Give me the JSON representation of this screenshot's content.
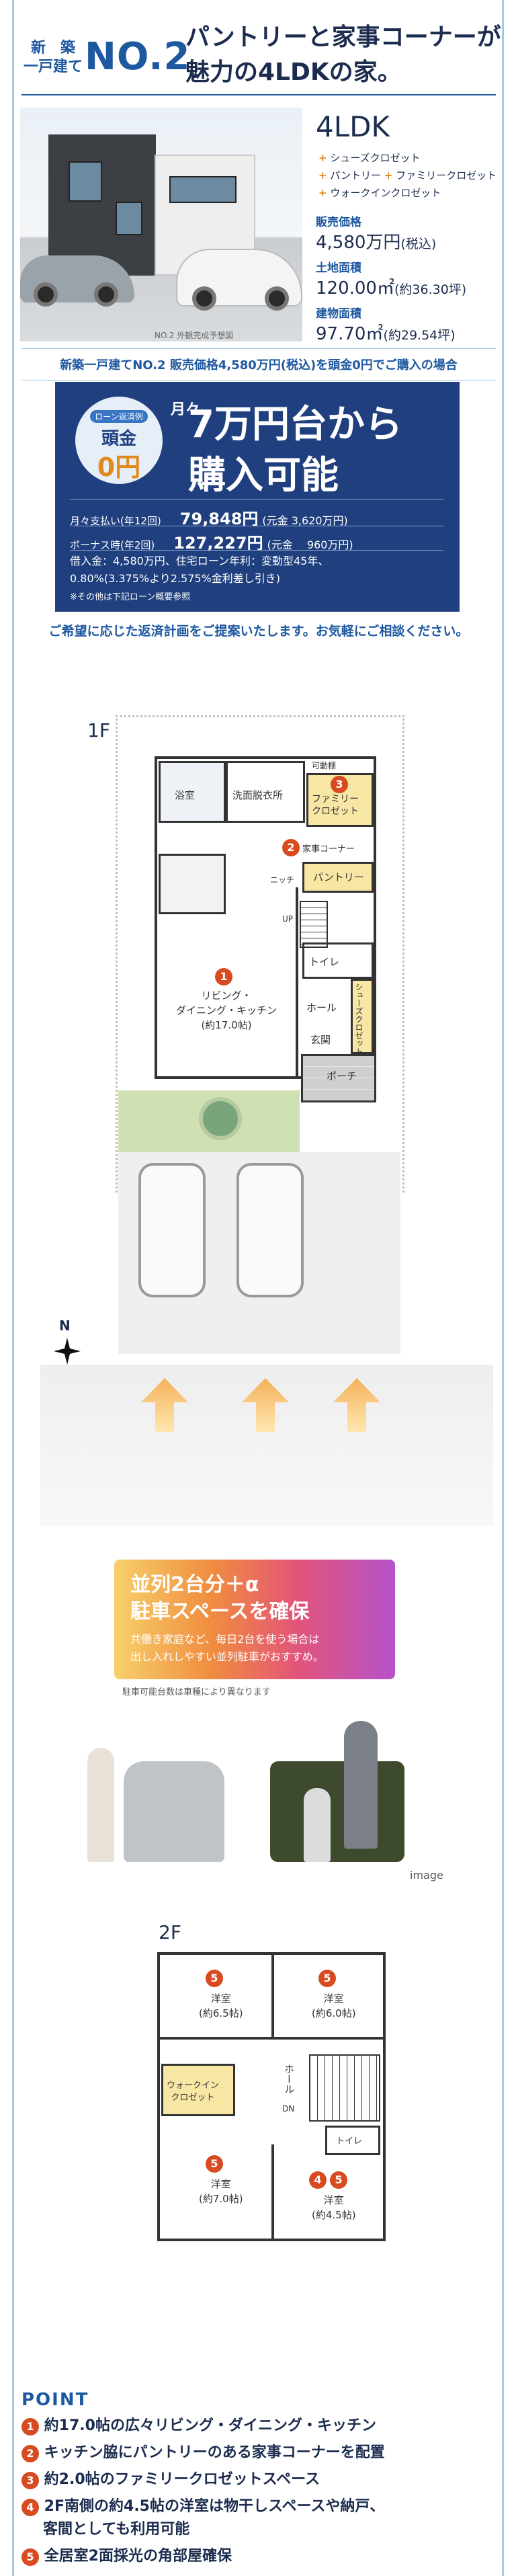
{
  "header": {
    "tag_line1": "新　築",
    "tag_line2": "一戸建て",
    "number": "NO.2",
    "headline_line1": "パントリーと家事コーナーが",
    "headline_line2": "魅力の4LDKの家。"
  },
  "photo": {
    "caption": "NO.2 外観完成予想図"
  },
  "spec": {
    "layout": "4LDK",
    "features": [
      "シューズクロゼット",
      "パントリー",
      "ファミリークロゼット",
      "ウォークインクロゼット"
    ],
    "price_label": "販売価格",
    "price_value": "4,580万円",
    "price_tax": "(税込)",
    "land_label": "土地面積",
    "land_value": "120.00㎡",
    "land_tsubo": "(約36.30坪)",
    "building_label": "建物面積",
    "building_value": "97.70㎡",
    "building_tsubo": "(約29.54坪)"
  },
  "subhead": "新築一戸建てNO.2 販売価格4,580万円(税込)を頭金0円でご購入の場合",
  "loan_box": {
    "tag": "ローン返済例",
    "circle_line1": "頭金",
    "circle_line2": "0円",
    "vert_text": "月々",
    "main_line1": "7万円台から",
    "main_line2": "購入可能",
    "monthly_label": "月々支払い(年12回)",
    "monthly_value": "79,848円",
    "monthly_sub": "(元金 3,620万円)",
    "bonus_label": "ボーナス時(年2回)",
    "bonus_value": "127,227円",
    "bonus_sub": "(元金　 960万円)",
    "loan_line1": "借入金：4,580万円、住宅ローン年利：変動型45年、",
    "loan_line2": "0.80%(3.375%より2.575%金利差し引き)",
    "loan_line3": "※その他は下記ローン概要参照"
  },
  "consult": "ご希望に応じた返済計画をご提案いたします。お気軽にご相談ください。",
  "floor1": {
    "label": "1F",
    "bath": "浴室",
    "washroom": "洗面脱衣所",
    "movable_shelf": "可動棚",
    "family_closet": "ファミリー\nクロゼット",
    "kaji_corner": "家事コーナー",
    "niche": "ニッチ",
    "pantry": "パントリー",
    "up": "UP",
    "toilet": "トイレ",
    "ldk_line1": "リビング・",
    "ldk_line2": "ダイニング・キッチン",
    "ldk_size": "(約17.0帖)",
    "hall": "ホール",
    "shoes_closet": "シューズクロゼット",
    "entrance": "玄関",
    "porch": "ポーチ",
    "north": "N"
  },
  "parking": {
    "title_line1": "並列2台分＋α",
    "title_line2": "駐車スペースを確保",
    "desc_line1": "共働き家庭など、毎日2台を使う場合は",
    "desc_line2": "出し入れしやすい並列駐車がおすすめ。",
    "note": "駐車可能台数は車種により異なります",
    "image_label": "image"
  },
  "floor2": {
    "label": "2F",
    "room1": "洋室",
    "room1_size": "(約6.5帖)",
    "room2": "洋室",
    "room2_size": "(約6.0帖)",
    "wic": "ウォークイン\nクロゼット",
    "hall": "ホール",
    "dn": "DN",
    "toilet": "トイレ",
    "room3": "洋室",
    "room3_size": "(約7.0帖)",
    "room4": "洋室",
    "room4_size": "(約4.5帖)"
  },
  "point": {
    "title": "POINT",
    "items": [
      "約17.0帖の広々リビング・ダイニング・キッチン",
      "キッチン脇にパントリーのある家事コーナーを配置",
      "約2.0帖のファミリークロゼットスペース",
      "2F南側の約4.5帖の洋室は物干しスペースや納戸、",
      "客間としても利用可能",
      "全居室2面採光の角部屋確保"
    ],
    "badges": [
      "1",
      "2",
      "3",
      "4",
      "5"
    ]
  },
  "colors": {
    "navy": "#1f3f7e",
    "accent_blue": "#1e58a0",
    "orange": "#e08a1e",
    "badge_red": "#d84a1f"
  }
}
